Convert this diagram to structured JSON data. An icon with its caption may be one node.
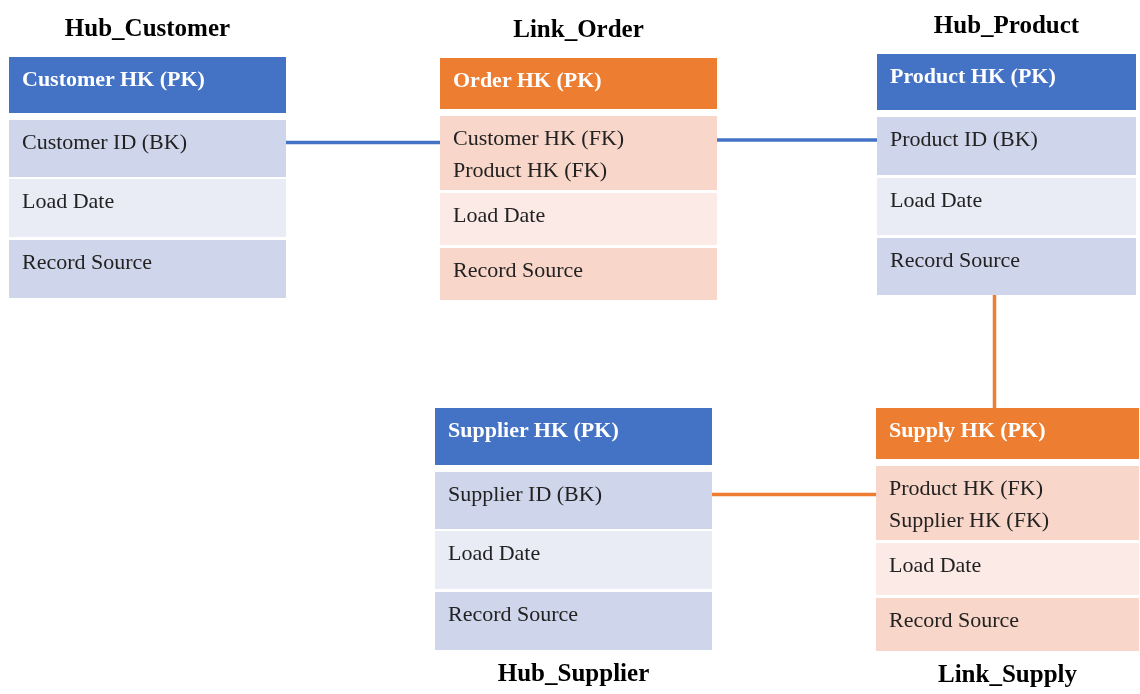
{
  "diagram": {
    "nodes": [
      {
        "text": [
          "Hub_Customer"
        ]
      },
      {
        "text": [
          "Customer HK (PK)"
        ],
        "in": 0
      },
      {
        "text": [
          "Customer ID (BK)"
        ],
        "in": 0
      },
      {
        "text": [
          "Load Date"
        ],
        "in": 0
      },
      {
        "text": [
          "Record Source"
        ],
        "in": 0
      },
      {
        "text": [
          "Link_Order"
        ]
      },
      {
        "text": [
          "Order HK (PK)"
        ],
        "in": 5
      },
      {
        "text": [
          "Customer HK (FK)",
          "Product HK (FK)"
        ],
        "in": 5
      },
      {
        "text": [
          "Load Date"
        ],
        "in": 5
      },
      {
        "text": [
          "Record Source"
        ],
        "in": 5
      },
      {
        "text": [
          "Hub_Product"
        ]
      },
      {
        "text": [
          "Product HK (PK)"
        ],
        "in": 10
      },
      {
        "text": [
          "Product ID (BK)"
        ],
        "in": 10
      },
      {
        "text": [
          "Load Date"
        ],
        "in": 10
      },
      {
        "text": [
          "Record Source"
        ],
        "in": 10
      },
      {
        "text": [
          "Hub_Supplier"
        ]
      },
      {
        "text": [
          "Supplier HK (PK)"
        ],
        "in": 15
      },
      {
        "text": [
          "Supplier ID (BK)"
        ],
        "in": 15
      },
      {
        "text": [
          "Load Date"
        ],
        "in": 15
      },
      {
        "text": [
          "Record Source"
        ],
        "in": 15
      },
      {
        "text": [
          "Link_Supply"
        ]
      },
      {
        "text": [
          "Supply HK (PK)"
        ],
        "in": 20
      },
      {
        "text": [
          "Product HK (FK)",
          "Supplier HK (FK)"
        ],
        "in": 20
      },
      {
        "text": [
          "Load Date"
        ],
        "in": 20
      },
      {
        "text": [
          "Record Source"
        ],
        "in": 20
      }
    ],
    "edges": [
      {
        "from": 2,
        "to": 7,
        "arrow": "none",
        "color": "#4472c4"
      },
      {
        "from": 7,
        "to": 12,
        "arrow": "none",
        "color": "#4472c4"
      },
      {
        "from": 14,
        "to": 21,
        "arrow": "none",
        "color": "#ed7d31"
      },
      {
        "from": 17,
        "to": 22,
        "arrow": "none",
        "color": "#ed7d31"
      }
    ]
  }
}
